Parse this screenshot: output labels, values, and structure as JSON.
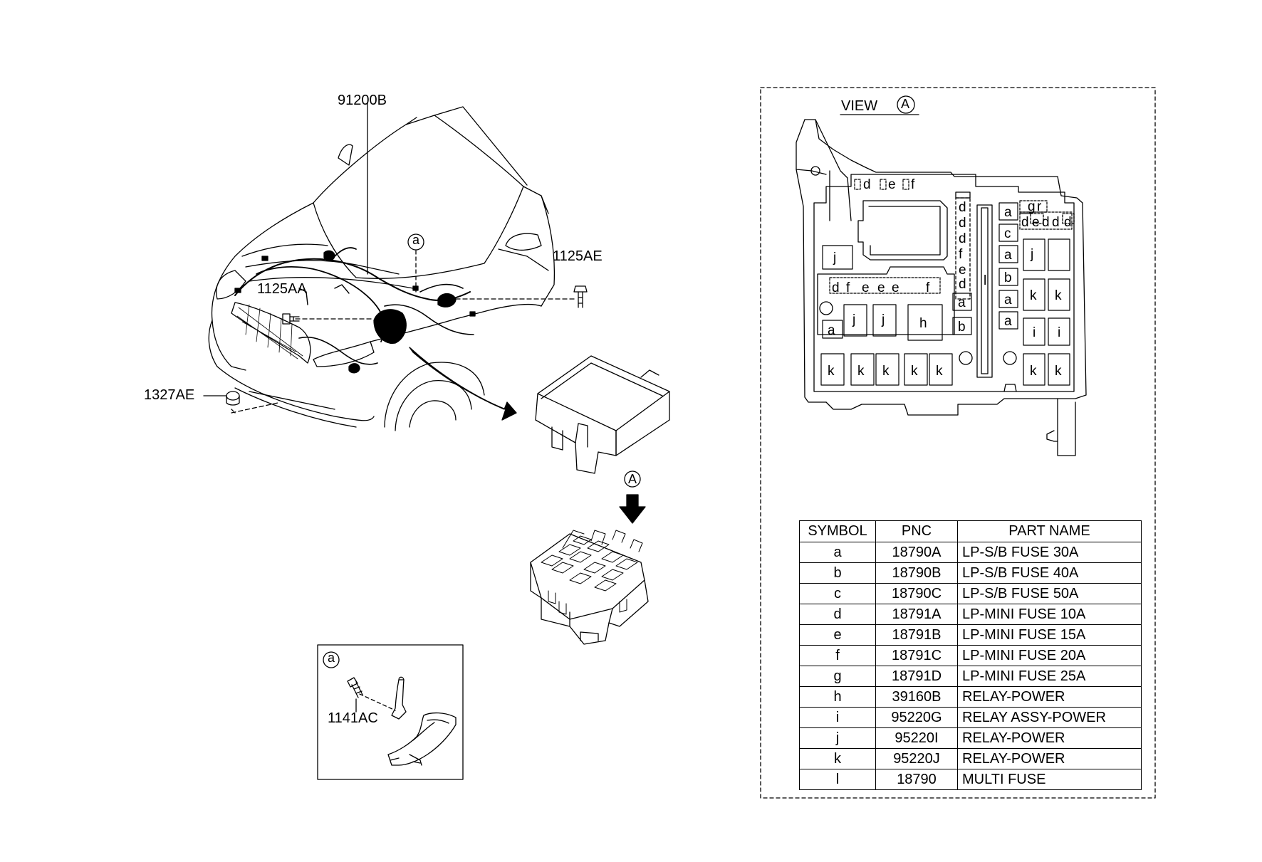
{
  "labels": {
    "harness_pnc": "91200B",
    "bolt_right": "1125AE",
    "bolt_left": "1125AA",
    "nut_front": "1327AE",
    "bolt_detail": "1141AC",
    "callout_a": "a",
    "detail_a": "a",
    "view_marker": "A",
    "view_marker_2": "A"
  },
  "view": {
    "title": "VIEW",
    "marker": "A"
  },
  "fuse_letters": {
    "top_row": [
      "d",
      "e",
      "f"
    ],
    "relay_top": [
      "d",
      "f",
      "e",
      "e",
      "e",
      "f"
    ],
    "left_blocks": [
      "j",
      "a",
      "j",
      "j",
      "h"
    ],
    "bottom_row": [
      "k",
      "k",
      "k",
      "k",
      "k"
    ],
    "column": [
      "d",
      "d",
      "d",
      "f",
      "e",
      "d",
      "a",
      "b"
    ],
    "multi": "l",
    "right_a": [
      "a",
      "c",
      "a",
      "b",
      "a",
      "a"
    ],
    "right_top": [
      "g",
      "r",
      "d",
      "e",
      "d",
      "d",
      "d"
    ],
    "right_relays": [
      "j",
      "k",
      "k",
      "i",
      "i",
      "k",
      "k"
    ]
  },
  "table": {
    "headers": [
      "SYMBOL",
      "PNC",
      "PART NAME"
    ],
    "rows": [
      {
        "symbol": "a",
        "pnc": "18790A",
        "name": "LP-S/B FUSE 30A"
      },
      {
        "symbol": "b",
        "pnc": "18790B",
        "name": "LP-S/B FUSE 40A"
      },
      {
        "symbol": "c",
        "pnc": "18790C",
        "name": "LP-S/B FUSE 50A"
      },
      {
        "symbol": "d",
        "pnc": "18791A",
        "name": "LP-MINI FUSE 10A"
      },
      {
        "symbol": "e",
        "pnc": "18791B",
        "name": "LP-MINI FUSE 15A"
      },
      {
        "symbol": "f",
        "pnc": "18791C",
        "name": "LP-MINI FUSE 20A"
      },
      {
        "symbol": "g",
        "pnc": "18791D",
        "name": "LP-MINI FUSE 25A"
      },
      {
        "symbol": "h",
        "pnc": "39160B",
        "name": "RELAY-POWER"
      },
      {
        "symbol": "i",
        "pnc": "95220G",
        "name": "RELAY ASSY-POWER"
      },
      {
        "symbol": "j",
        "pnc": "95220I",
        "name": "RELAY-POWER"
      },
      {
        "symbol": "k",
        "pnc": "95220J",
        "name": "RELAY-POWER"
      },
      {
        "symbol": "l",
        "pnc": "18790",
        "name": "MULTI FUSE"
      }
    ]
  }
}
